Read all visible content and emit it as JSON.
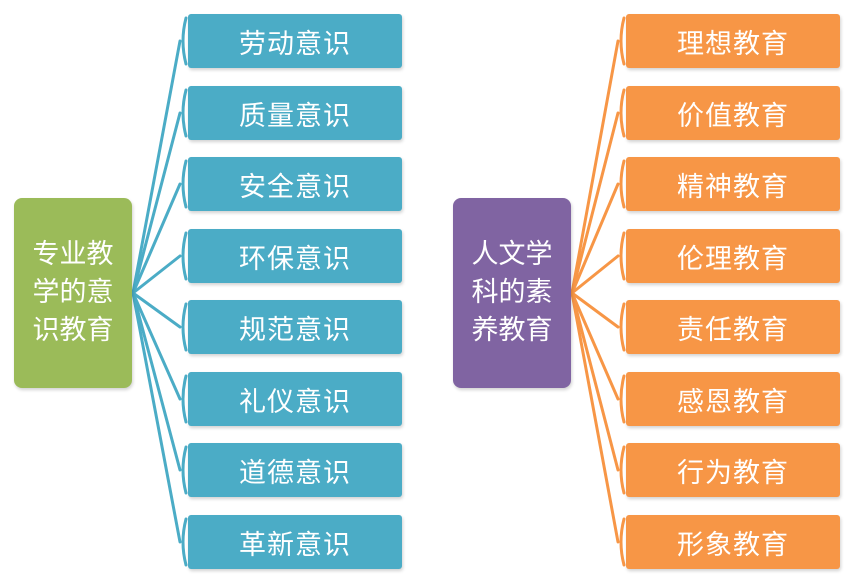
{
  "colors": {
    "left_root": "#9bbb59",
    "left_node": "#4bacc6",
    "right_root": "#8064a2",
    "right_node": "#f79646"
  },
  "left": {
    "root_lines": [
      "专业教",
      "学的意",
      "识教育"
    ],
    "items": [
      "劳动意识",
      "质量意识",
      "安全意识",
      "环保意识",
      "规范意识",
      "礼仪意识",
      "道德意识",
      "革新意识"
    ]
  },
  "right": {
    "root_lines": [
      "人文学",
      "科的素",
      "养教育"
    ],
    "items": [
      "理想教育",
      "价值教育",
      "精神教育",
      "伦理教育",
      "责任教育",
      "感恩教育",
      "行为教育",
      "形象教育"
    ]
  }
}
